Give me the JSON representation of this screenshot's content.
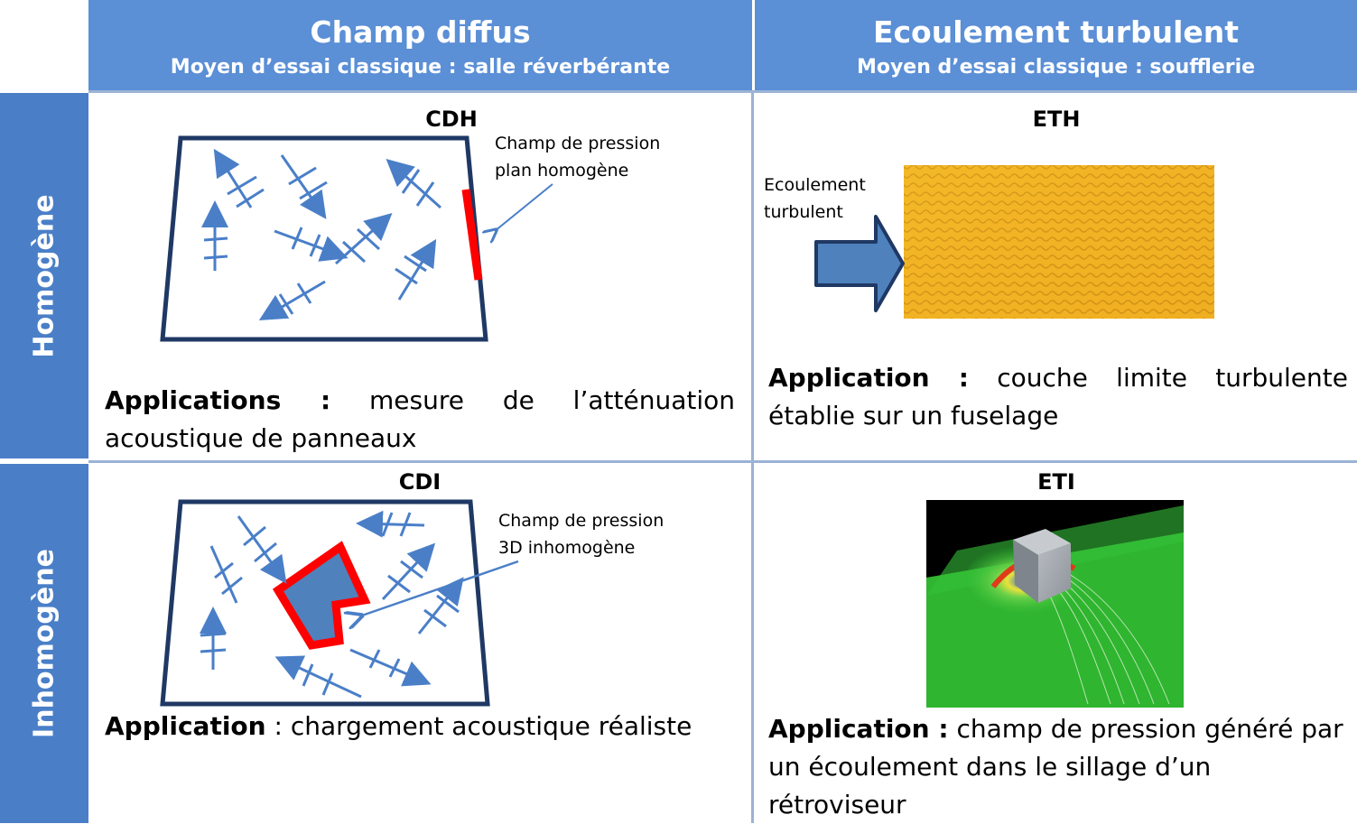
{
  "columns": [
    {
      "title": "Champ diffus",
      "subtitle": "Moyen d’essai classique : salle réverbérante"
    },
    {
      "title": "Ecoulement turbulent",
      "subtitle": "Moyen d’essai classique : soufflerie"
    }
  ],
  "rows": [
    {
      "label": "Homogène"
    },
    {
      "label": "Inhomogène"
    }
  ],
  "cells": {
    "cdh": {
      "code": "CDH",
      "annotation_line1": "Champ de pression",
      "annotation_line2": "plan homogène",
      "app_label": "Applications :",
      "app_text": "mesure de l’atténuation acoustique de panneaux"
    },
    "eth": {
      "code": "ETH",
      "arrow_label_line1": "Ecoulement",
      "arrow_label_line2": "turbulent",
      "app_label": "Application :",
      "app_text": "couche limite turbulente établie sur un fuselage"
    },
    "cdi": {
      "code": "CDI",
      "annotation_line1": "Champ de pression",
      "annotation_line2": "3D inhomogène",
      "app_label": "Application",
      "app_text": " : chargement acoustique réaliste"
    },
    "eti": {
      "code": "ETI",
      "app_label": "Application :",
      "app_text": "champ de pression généré par un écoulement dans le sillage d’un rétroviseur"
    }
  },
  "colors": {
    "header": "#5b8fd6",
    "side": "#4a7fc8",
    "arrow": "#4a7fc8",
    "frame": "#1f3864",
    "highlight": "#ff0000"
  }
}
